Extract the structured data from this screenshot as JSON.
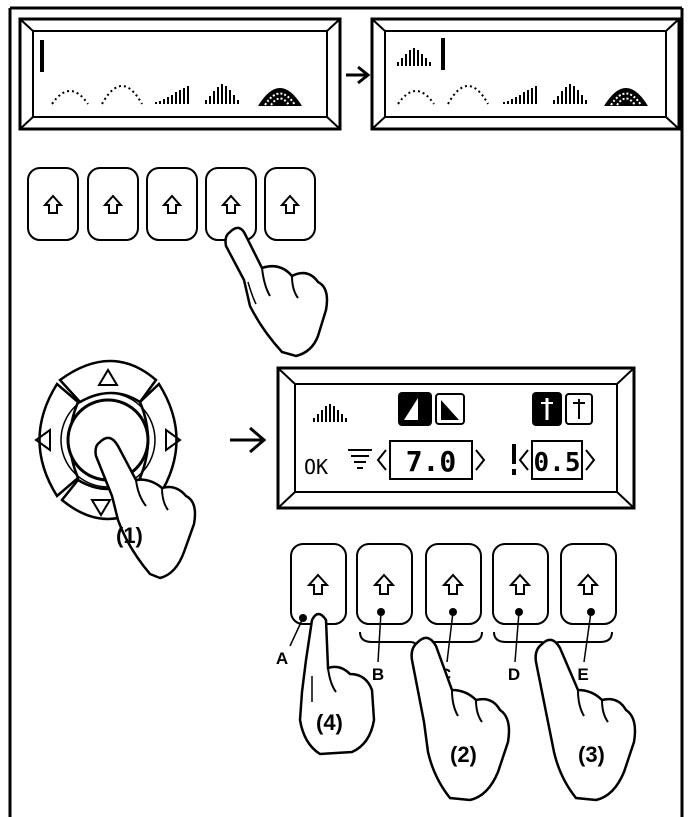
{
  "colors": {
    "ink": "#000000",
    "paper": "#ffffff"
  },
  "icons": {
    "up_arrow": "up-arrow-icon",
    "pointing_hand": "pointing-hand-icon",
    "right_arrow": "right-arrow-icon",
    "stitch_width": "stitch-width-icon",
    "stitch_length": "stitch-length-icon"
  },
  "display2": {
    "ok_text": "OK",
    "value_left": "7.0",
    "value_right": "0.5"
  },
  "callouts": {
    "step1": "(1)",
    "step2": "(2)",
    "step3": "(3)",
    "step4": "(4)"
  },
  "key_labels": {
    "A": "A",
    "B": "B",
    "C": "C",
    "D": "D",
    "E": "E"
  }
}
